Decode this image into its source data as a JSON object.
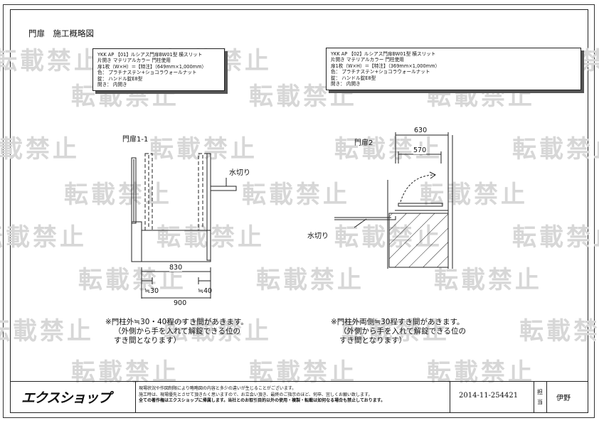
{
  "page": {
    "title": "門扉　施工概略図"
  },
  "watermark": {
    "text": "転載禁止"
  },
  "spec_1": {
    "lines": [
      "YKK AP 【01】ルシアス門扉BW01型 横スリット",
      "片開き マテリアルカラー 門柱使用",
      "扉1枚（W×H）＝【特注】（649mm×1,000mm）",
      "色： プラチナステン+ショコラウォールナット",
      "錠： ハンドル錠E8型",
      "開き： 内開き"
    ]
  },
  "spec_2": {
    "lines": [
      "YKK AP 【02】ルシアス門扉BW01型 横スリット",
      "片開き マテリアルカラー 門柱使用",
      "扉1枚（W×H）＝【特注】（369mm×1,000mm）",
      "色： プラチナステン+ショコラウォールナット",
      "錠： ハンドル錠E8型",
      "開き： 内開き"
    ]
  },
  "drawing_1": {
    "title": "門扉1-1",
    "label_mizukiri": "水切り",
    "dim_total_inner": "830",
    "dim_gap_left": "≒30",
    "dim_gap_right": "≒40",
    "dim_total_outer": "900"
  },
  "drawing_2": {
    "title": "門扉2",
    "label_mizukiri": "水切り",
    "dim_outer": "630",
    "dim_inner": "570"
  },
  "note_1": {
    "line1": "※門柱外≒30・40程のすき間があきます。",
    "line2": "（外側から手を入れて解錠できる位の",
    "line3": "すき間となります）"
  },
  "note_2": {
    "line1": "※門柱外両側≒30程すき間があきます。",
    "line2": "（外側から手を入れて解錠できる位の",
    "line3": "すき間となります）"
  },
  "titleblock": {
    "logo": "エクスショップ",
    "disclaimer_1": "現場状況や作図制限により略略図の内容と多少の違いが生じることがございます。",
    "disclaimer_2": "施工時は、現場優先とさせて頂きたく思いますので、お立会い頂き、最終のご指示のほど、何卒、宜しくお願い致します。",
    "disclaimer_3": "全ての著作権はエクスショップに帰属します。当社とのお取引目的以外の使用・複製・転載は如何なる場合も禁止しております。",
    "drawing_no": "2014-11-254421",
    "tantou_label_1": "担",
    "tantou_label_2": "当",
    "tantou_name": "伊野"
  }
}
